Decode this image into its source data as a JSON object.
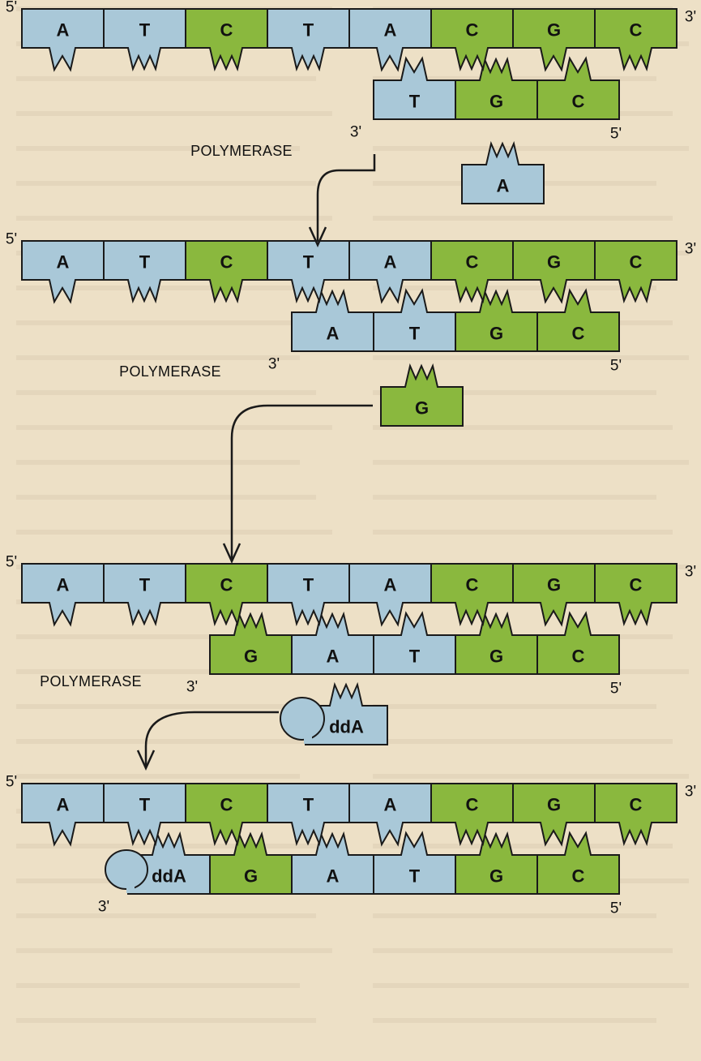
{
  "colors": {
    "purine_fill": "#a9c8d8",
    "pyrimidine_fill": "#8ab83e",
    "outline": "#1a1a1a",
    "background": "#ede0c6"
  },
  "end_labels": {
    "five_prime": "5'",
    "three_prime": "3'"
  },
  "enzyme_label": "POLYMERASE",
  "template_strand": [
    "A",
    "T",
    "C",
    "T",
    "A",
    "C",
    "G",
    "C"
  ],
  "stages": [
    {
      "template": [
        "A",
        "T",
        "C",
        "T",
        "A",
        "C",
        "G",
        "C"
      ],
      "primer": [
        "T",
        "G",
        "C"
      ],
      "incoming": "A"
    },
    {
      "template": [
        "A",
        "T",
        "C",
        "T",
        "A",
        "C",
        "G",
        "C"
      ],
      "primer": [
        "A",
        "T",
        "G",
        "C"
      ],
      "incoming": "G"
    },
    {
      "template": [
        "A",
        "T",
        "C",
        "T",
        "A",
        "C",
        "G",
        "C"
      ],
      "primer": [
        "G",
        "A",
        "T",
        "G",
        "C"
      ],
      "incoming": "ddA"
    },
    {
      "template": [
        "A",
        "T",
        "C",
        "T",
        "A",
        "C",
        "G",
        "C"
      ],
      "primer": [
        "ddA",
        "G",
        "A",
        "T",
        "G",
        "C"
      ],
      "incoming": ""
    }
  ]
}
